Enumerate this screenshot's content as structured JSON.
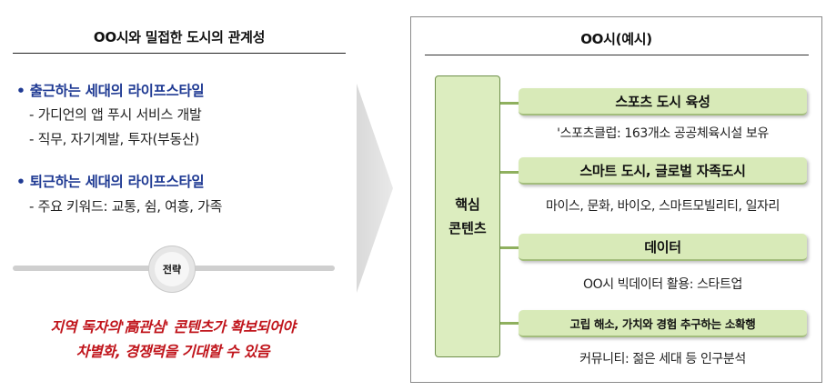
{
  "left": {
    "title": "OO시와 밀접한 도시의 관계성",
    "group1": {
      "heading": "• 출근하는 세대의 라이프스타일",
      "items": [
        "- 가디언의 앱 푸시 서비스 개발",
        "- 직무, 자기계발, 투자(부동산)"
      ]
    },
    "group2": {
      "heading": "• 퇴근하는 세대의 라이프스타일",
      "items": [
        "- 주요 키워드: 교통, 쉼, 여흥, 가족"
      ]
    },
    "strategy_label": "전략",
    "conclusion": [
      "지역 독자의'高관심' 콘텐츠가 확보되어야",
      "차별화, 경쟁력을 기대할 수 있음"
    ]
  },
  "right": {
    "title": "OO시(예시)",
    "core_label": [
      "핵심",
      "콘텐츠"
    ],
    "rows": [
      {
        "label": "스포츠 도시 육성",
        "desc": "'스포츠클럽: 163개소 공공체육시설 보유"
      },
      {
        "label": "스마트 도시, 글로벌 자족도시",
        "desc": "마이스, 문화, 바이오, 스마트모빌리티, 일자리"
      },
      {
        "label": "데이터",
        "desc": "OO시 빅데이터 활용: 스타트업"
      },
      {
        "label": "고립 해소, 가치와 경험 추구하는 소확행",
        "desc": "커뮤니티: 젊은 세대 등 인구분석"
      }
    ]
  },
  "colors": {
    "heading_blue": "#1f3a93",
    "conclusion_red": "#c0141b",
    "green_fill": "#d8eab8",
    "core_fill": "#dcedbf"
  }
}
